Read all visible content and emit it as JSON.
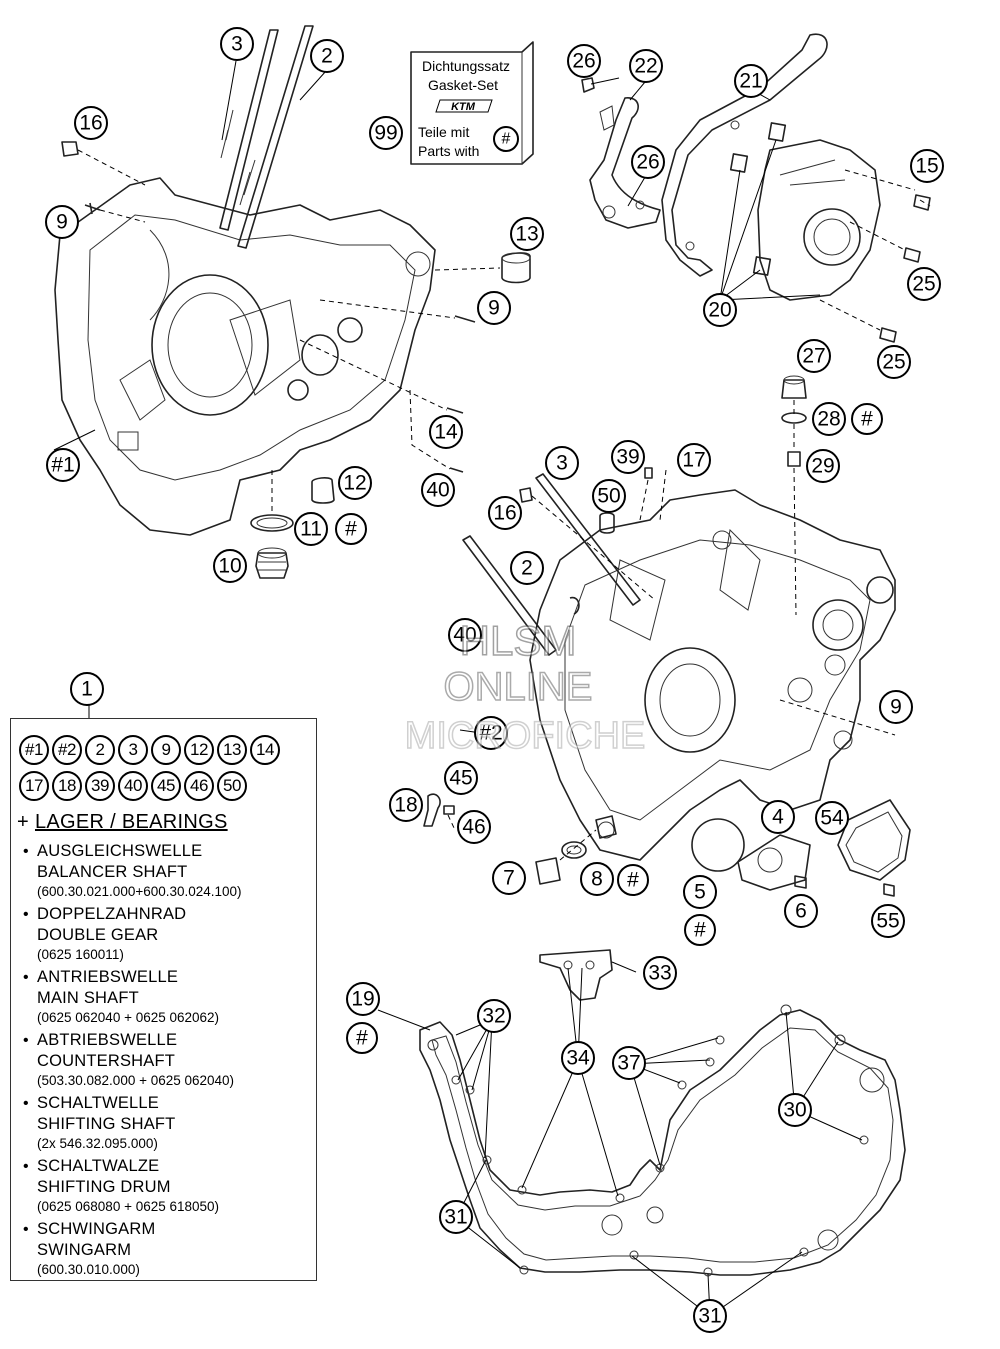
{
  "watermark": [
    "HLSM",
    "ONLINE",
    "MICROFICHE"
  ],
  "gasket_set": {
    "line1": "Dichtungssatz",
    "line2": "Gasket-Set",
    "logo": "KTM",
    "line3": "Teile mit",
    "line4": "Parts with",
    "mark": "#",
    "callout": "99"
  },
  "legend": {
    "callout": "1",
    "badges_row1": [
      "#1",
      "#2",
      "2",
      "3",
      "9",
      "12",
      "13",
      "14"
    ],
    "badges_row2": [
      "17",
      "18",
      "39",
      "40",
      "45",
      "46",
      "50"
    ],
    "bearings_title_plus": "+",
    "bearings_title": "LAGER / BEARINGS",
    "items": [
      {
        "de": "AUSGLEICHSWELLE",
        "en": "BALANCER SHAFT",
        "pn": "(600.30.021.000+600.30.024.100)"
      },
      {
        "de": "DOPPELZAHNRAD",
        "en": "DOUBLE GEAR",
        "pn": "(0625 160011)"
      },
      {
        "de": "ANTRIEBSWELLE",
        "en": "MAIN SHAFT",
        "pn": "(0625 062040 + 0625 062062)"
      },
      {
        "de": "ABTRIEBSWELLE",
        "en": "COUNTERSHAFT",
        "pn": "(503.30.082.000 + 0625 062040)"
      },
      {
        "de": "SCHALTWELLE",
        "en": "SHIFTING SHAFT",
        "pn": "(2x 546.32.095.000)"
      },
      {
        "de": "SCHALTWALZE",
        "en": "SHIFTING DRUM",
        "pn": "(0625 068080 + 0625 618050)"
      },
      {
        "de": "SCHWINGARM",
        "en": "SWINGARM",
        "pn": "(600.30.010.000)"
      }
    ]
  },
  "callouts": {
    "c3a": "3",
    "c2a": "2",
    "c16a": "16",
    "c9a": "9",
    "c13": "13",
    "c9b": "9",
    "c14": "14",
    "c40a": "40",
    "c12": "12",
    "c11": "11",
    "c11h": "#",
    "c10": "10",
    "c1a": "#1",
    "c26a": "26",
    "c22": "22",
    "c26b": "26",
    "c21": "21",
    "c15": "15",
    "c25a": "25",
    "c20": "20",
    "c25b": "25",
    "c27": "27",
    "c28": "28",
    "c28h": "#",
    "c29": "29",
    "c39": "39",
    "c17": "17",
    "c3b": "3",
    "c50": "50",
    "c16b": "16",
    "c2b": "2",
    "c40b": "40",
    "c2h": "#2",
    "c9c": "9",
    "c45": "45",
    "c18": "18",
    "c46": "46",
    "c7": "7",
    "c8": "8",
    "c8h": "#",
    "c4": "4",
    "c54": "54",
    "c5": "5",
    "c5h": "#",
    "c6": "6",
    "c55": "55",
    "c33": "33",
    "c19": "19",
    "c19h": "#",
    "c32": "32",
    "c34": "34",
    "c37": "37",
    "c30": "30",
    "c31a": "31",
    "c31b": "31"
  }
}
